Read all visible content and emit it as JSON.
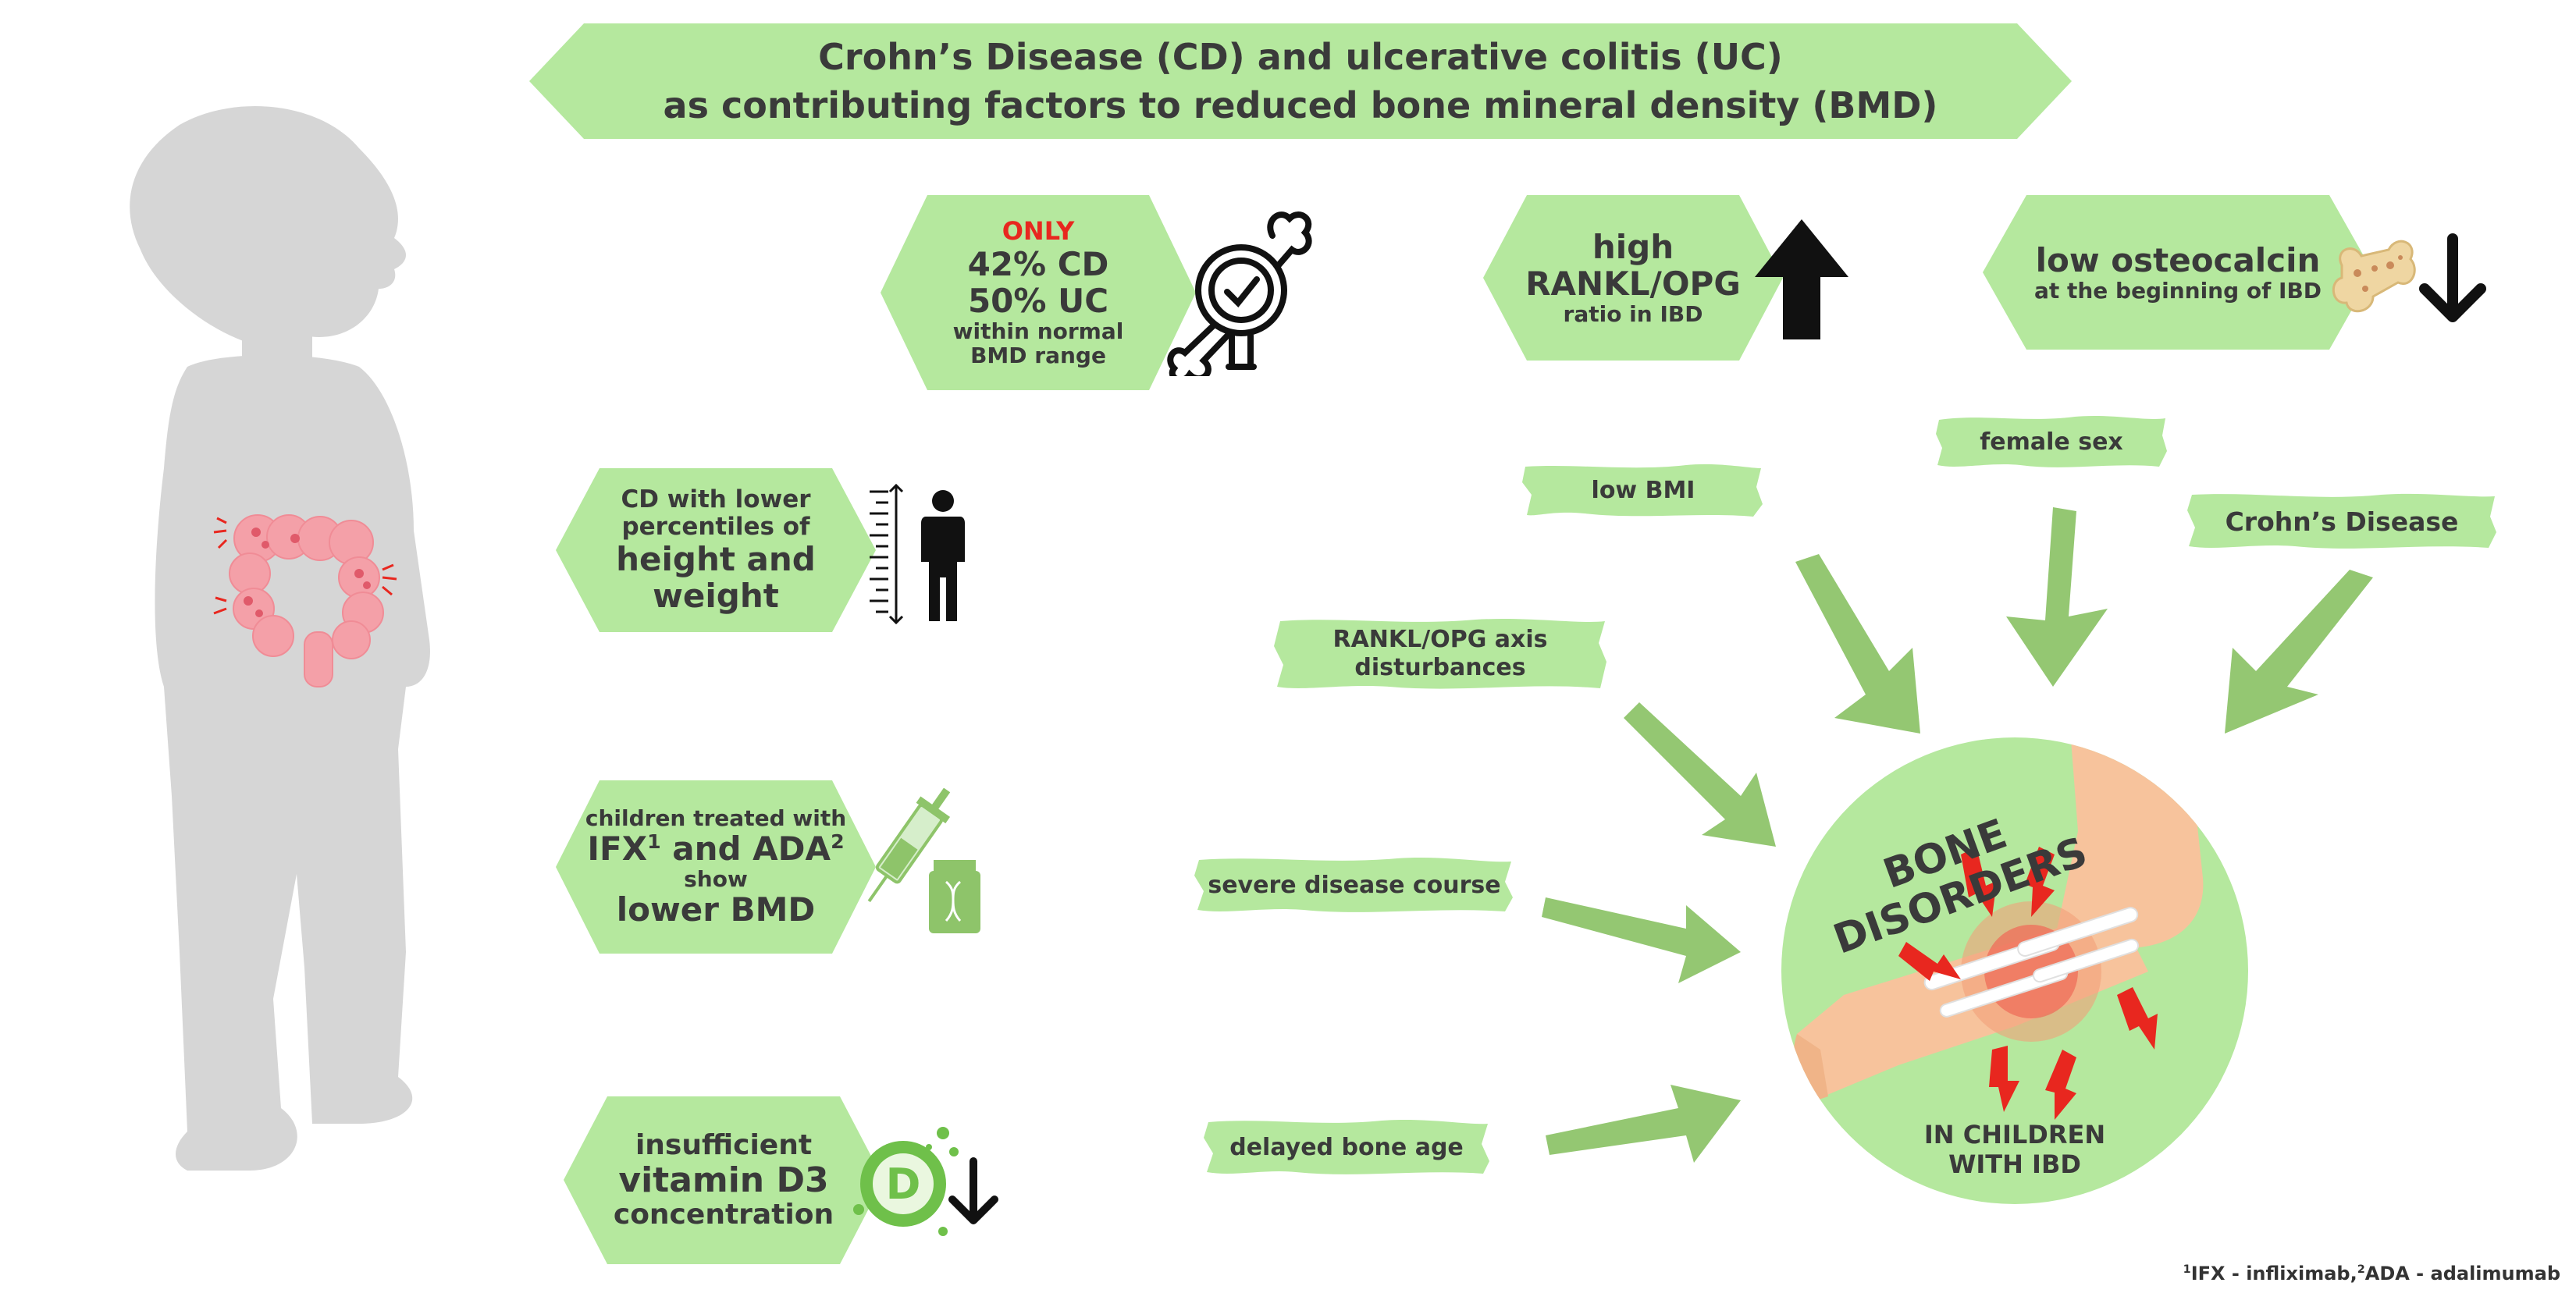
{
  "title": {
    "line1": "Crohn’s Disease (CD) and ulcerative colitis (UC)",
    "line2": "as contributing factors to reduced bone mineral density (BMD)"
  },
  "facts": {
    "bmd_range": {
      "highlight": "ONLY",
      "line1": "42% CD",
      "line2": "50% UC",
      "line3": "within normal",
      "line4": "BMD range"
    },
    "rankl": {
      "line1": "high",
      "line2": "RANKL/OPG",
      "line3": "ratio in IBD"
    },
    "osteocalcin": {
      "line1": "low osteocalcin",
      "line2": "at the beginning of IBD"
    },
    "height": {
      "line1": "CD with lower",
      "line2": "percentiles of",
      "line3": "height and",
      "line4": "weight"
    },
    "ifx": {
      "line1": "children treated with",
      "line2a": "IFX",
      "sup1": "1",
      "line2b": " and ADA",
      "sup2": "2",
      "line3": "show",
      "line4": "lower BMD"
    },
    "vitd": {
      "line1": "insufficient",
      "line2": "vitamin D3",
      "line3": "concentration",
      "icon_letter": "D"
    }
  },
  "factors": {
    "female_sex": "female sex",
    "low_bmi": "low BMI",
    "crohns": "Crohn’s Disease",
    "rankl_axis_1": "RANKL/OPG axis",
    "rankl_axis_2": "disturbances",
    "severe": "severe disease course",
    "delayed": "delayed bone age"
  },
  "center": {
    "title1": "BONE",
    "title2": "DISORDERS",
    "sub1": "IN CHILDREN",
    "sub2": "WITH IBD"
  },
  "footnote": {
    "sup1": "1",
    "text1": "IFX - infliximab,",
    "sup2": "2",
    "text2": "ADA - adalimumab"
  },
  "colors": {
    "accent_green": "#b5e89e",
    "arrow_green": "#8ec46a",
    "silhouette": "#d6d6d6",
    "colon": "#f4a0a8",
    "alert_red": "#e8271f"
  }
}
